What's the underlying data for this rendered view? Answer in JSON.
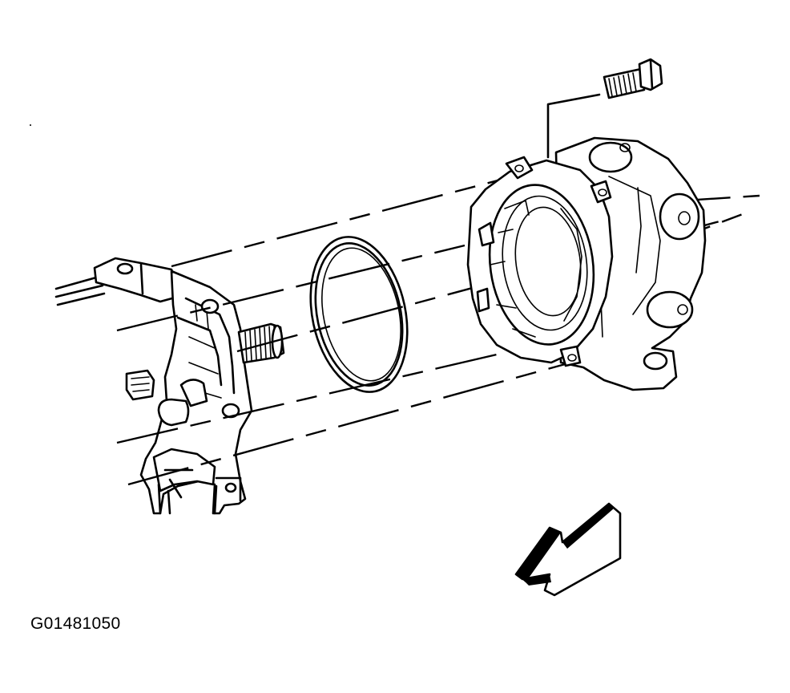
{
  "figure": {
    "id_label": "G01481050"
  },
  "parts": {
    "bolt": "bolt",
    "housing": "housing",
    "seal": "seal",
    "column": "column",
    "view_arrow": "arrow-icon"
  }
}
